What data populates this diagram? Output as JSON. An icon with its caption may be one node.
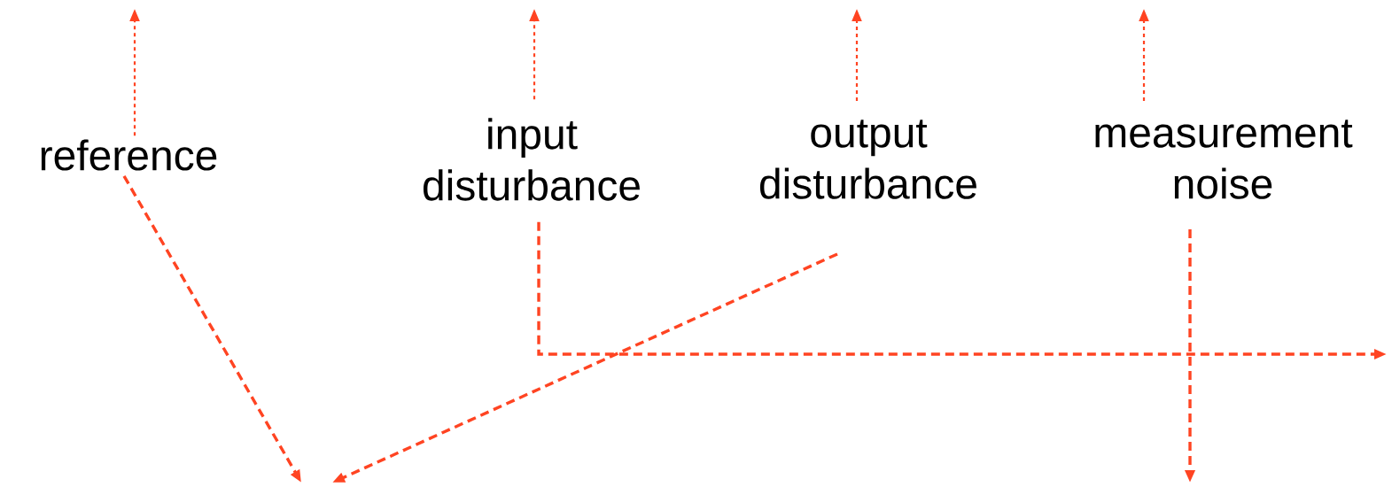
{
  "diagram": {
    "nodes": [
      {
        "text": [
          "reference"
        ]
      },
      {
        "text": [
          "input disturbance"
        ]
      },
      {
        "text": [
          "output disturbance"
        ]
      },
      {
        "text": [
          "measurement noise"
        ]
      }
    ],
    "edges": [
      {
        "from": 0,
        "to": null,
        "arrow": "to",
        "style": "dashed"
      },
      {
        "from": 1,
        "to": null,
        "arrow": "to",
        "style": "dashed"
      },
      {
        "from": 2,
        "to": null,
        "arrow": "to",
        "style": "dashed"
      },
      {
        "from": 3,
        "to": null,
        "arrow": "to",
        "style": "dashed"
      },
      {
        "from": 0,
        "to": null,
        "arrow": "to",
        "style": "dashed"
      },
      {
        "from": 1,
        "to": null,
        "arrow": "to",
        "style": "dashed"
      },
      {
        "from": 2,
        "to": null,
        "arrow": "to",
        "style": "dashed"
      },
      {
        "from": 3,
        "to": null,
        "arrow": "to",
        "style": "dashed"
      }
    ]
  }
}
